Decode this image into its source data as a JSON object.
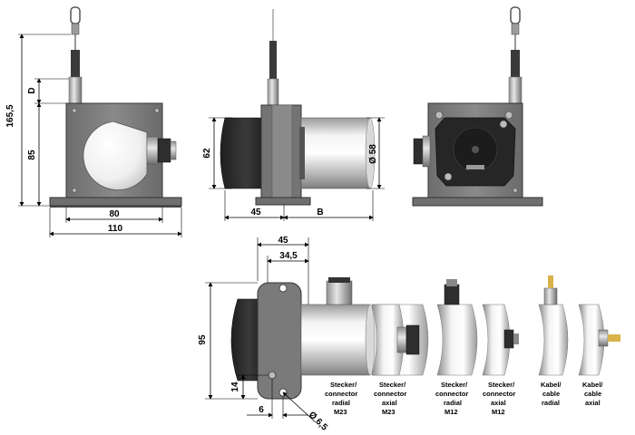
{
  "dimensions": {
    "total_height": "165,5",
    "d": "D",
    "body_height": "85",
    "hole_spacing": "80",
    "base_width": "110",
    "side_height": "62",
    "side_depth": "45",
    "b": "B",
    "drum_diameter": "Ø 58",
    "bottom_width": "45",
    "bottom_inner": "34,5",
    "bottom_height": "95",
    "bottom_offset": "14",
    "bottom_hole_dist": "6",
    "bottom_hole_dia": "Ø 6,5"
  },
  "variants": [
    {
      "line1": "Stecker/",
      "line2": "connector",
      "line3": "radial",
      "line4": "M23"
    },
    {
      "line1": "Stecker/",
      "line2": "connector",
      "line3": "axial",
      "line4": "M23"
    },
    {
      "line1": "Stecker/",
      "line2": "connector",
      "line3": "radial",
      "line4": "M12"
    },
    {
      "line1": "Stecker/",
      "line2": "connector",
      "line3": "axial",
      "line4": "M12"
    },
    {
      "line1": "Kabel/",
      "line2": "cable",
      "line3": "radial",
      "line4": ""
    },
    {
      "line1": "Kabel/",
      "line2": "cable",
      "line3": "axial",
      "line4": ""
    }
  ],
  "colors": {
    "housing": "#7a7a7a",
    "housing_dark": "#4d4d4d",
    "drum_light": "#f2f2f2",
    "drum_dark": "#8e8e8e",
    "cover_black": "#2b2b2b",
    "connector": "#b0b0b0"
  }
}
